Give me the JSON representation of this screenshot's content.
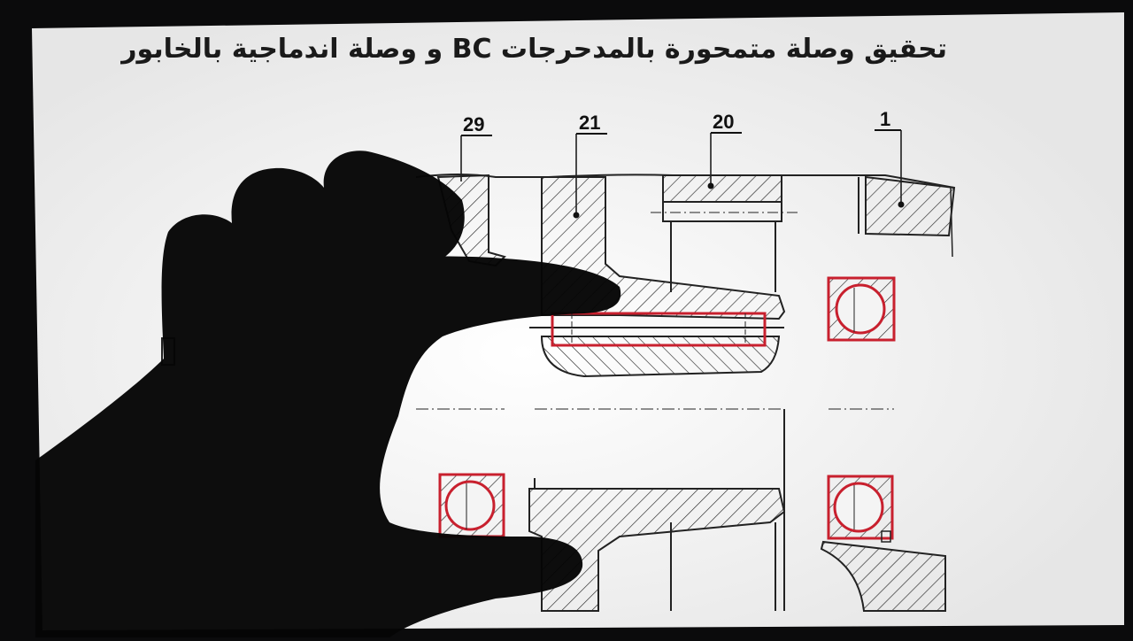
{
  "slide": {
    "title": "تحقيق وصلة متمحورة بالمدحرجات BC و وصلة اندماجية بالخابور",
    "callouts": [
      "29",
      "21",
      "20",
      "1"
    ]
  },
  "colors": {
    "background": "#0b0b0c",
    "paper": "#f2f2f2",
    "ink": "#1a1a1a",
    "highlight": "#c8202e",
    "hand_shadow": "#050505"
  },
  "icons": [
    "hand-shadow"
  ]
}
